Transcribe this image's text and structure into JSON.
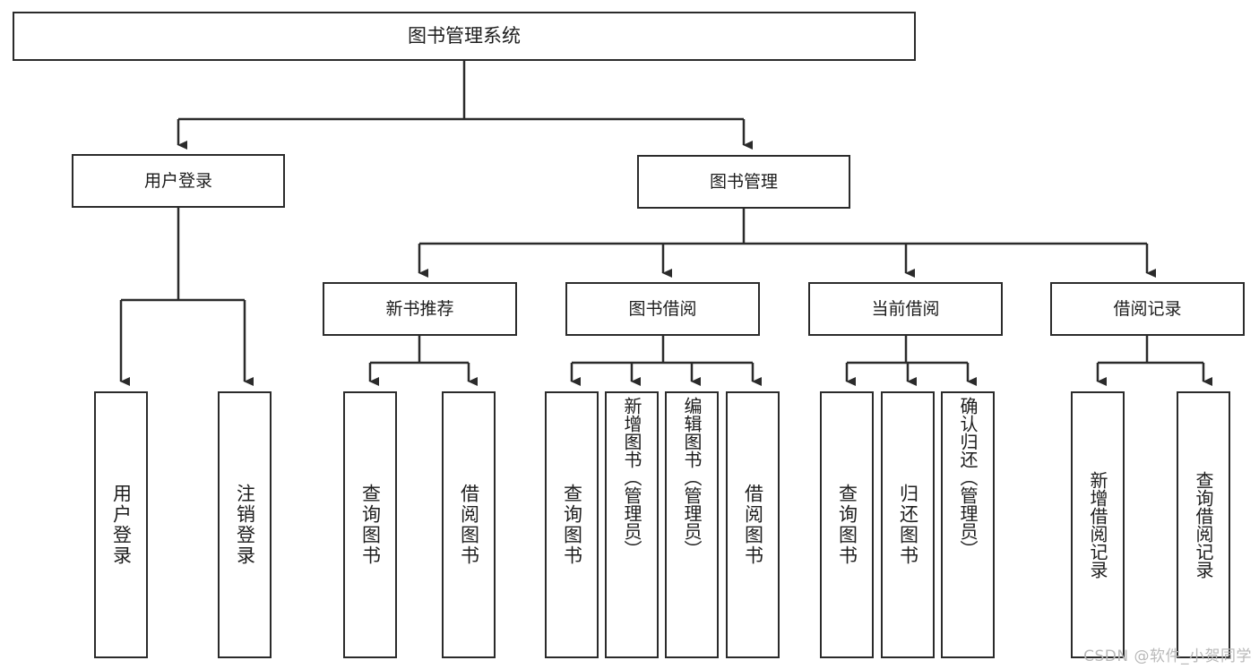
{
  "diagram": {
    "type": "tree",
    "title": "图书管理系统",
    "watermark": "CSDN @软件_小贺同学",
    "colors": {
      "box_border": "#2b2b2b",
      "box_fill": "#ffffff",
      "connector": "#2b2b2b",
      "text": "#1d1d1d",
      "watermark": "#b9b9b9"
    },
    "root": {
      "label": "图书管理系统"
    },
    "level1": [
      {
        "label": "用户登录"
      },
      {
        "label": "图书管理"
      }
    ],
    "level2": [
      {
        "label": "新书推荐"
      },
      {
        "label": "图书借阅"
      },
      {
        "label": "当前借阅"
      },
      {
        "label": "借阅记录"
      }
    ],
    "leaves": {
      "user_login": [
        {
          "label": "用户登录"
        },
        {
          "label": "注销登录"
        }
      ],
      "new_book_recommend": [
        {
          "label": "查询图书"
        },
        {
          "label": "借阅图书"
        }
      ],
      "book_borrow": [
        {
          "label": "查询图书"
        },
        {
          "label": "新增图书（管理员）"
        },
        {
          "label": "编辑图书（管理员）"
        },
        {
          "label": "借阅图书"
        }
      ],
      "current_borrow": [
        {
          "label": "查询图书"
        },
        {
          "label": "归还图书"
        },
        {
          "label": "确认归还（管理员）"
        }
      ],
      "borrow_record": [
        {
          "label": "新增借阅记录"
        },
        {
          "label": "查询借阅记录"
        }
      ]
    }
  }
}
